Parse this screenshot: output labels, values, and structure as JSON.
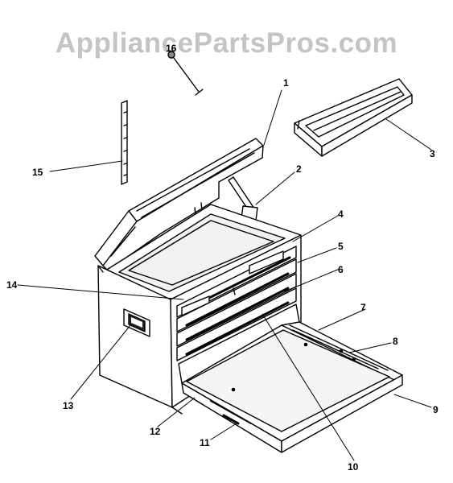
{
  "watermark": "AppliancePartsPros.com",
  "callouts": {
    "c1": "1",
    "c2": "2",
    "c3": "3",
    "c4": "4",
    "c5": "5",
    "c6": "6",
    "c7": "7",
    "c8": "8",
    "c9": "9",
    "c10": "10",
    "c11": "11",
    "c12": "12",
    "c13": "13",
    "c14": "14",
    "c15": "15",
    "c16": "16"
  },
  "colors": {
    "line": "#000000",
    "watermark": "#c4c4c4",
    "fill": "#ffffff",
    "shade": "#d8d8d8"
  }
}
